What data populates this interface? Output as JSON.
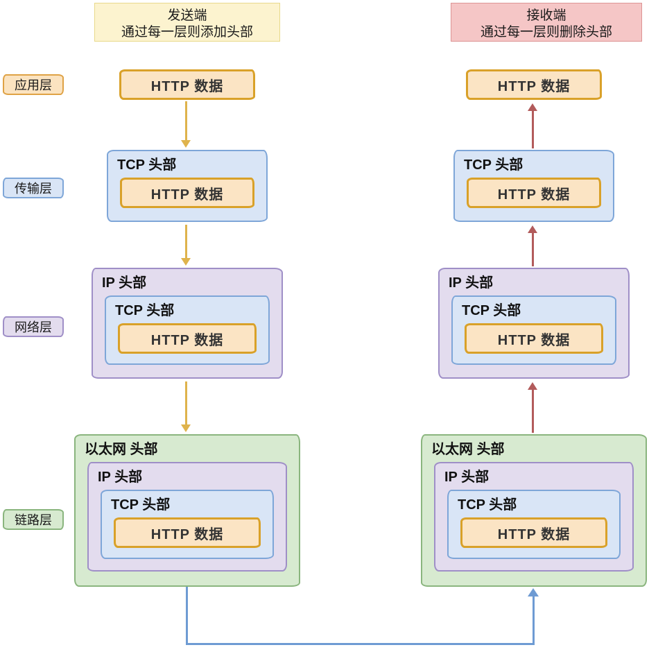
{
  "titles": {
    "sender_line1": "发送端",
    "sender_line2": "通过每一层则添加头部",
    "receiver_line1": "接收端",
    "receiver_line2": "通过每一层则删除头部"
  },
  "layer_badges": {
    "application": "应用层",
    "transport": "传输层",
    "network": "网络层",
    "link": "链路层"
  },
  "labels": {
    "http_data": "HTTP 数据",
    "tcp_header": "TCP 头部",
    "ip_header": "IP 头部",
    "eth_header": "以太网 头部"
  },
  "colors": {
    "text": "#1a1a1a",
    "http_fill": "#fbe4c4",
    "http_border": "#d9a129",
    "tcp_fill": "#d9e5f6",
    "tcp_border": "#7ea6d8",
    "ip_fill": "#e3dcee",
    "ip_border": "#9f8fc7",
    "eth_fill": "#d7ead0",
    "eth_border": "#8ab57e",
    "sender_title_fill": "#fcf3cf",
    "sender_title_border": "#e8d98b",
    "receiver_title_fill": "#f5c6c6",
    "receiver_title_border": "#dd9494",
    "badge_app_fill": "#fbe3c0",
    "badge_app_border": "#dfa245",
    "badge_transport_fill": "#d9e5f6",
    "badge_transport_border": "#7ea6d8",
    "badge_network_fill": "#e3dcee",
    "badge_network_border": "#9f8fc7",
    "badge_link_fill": "#d7ead0",
    "badge_link_border": "#8ab57e",
    "down_arrow": "#dfb34c",
    "up_arrow": "#b25b5b",
    "connector": "#6e9bd3"
  }
}
